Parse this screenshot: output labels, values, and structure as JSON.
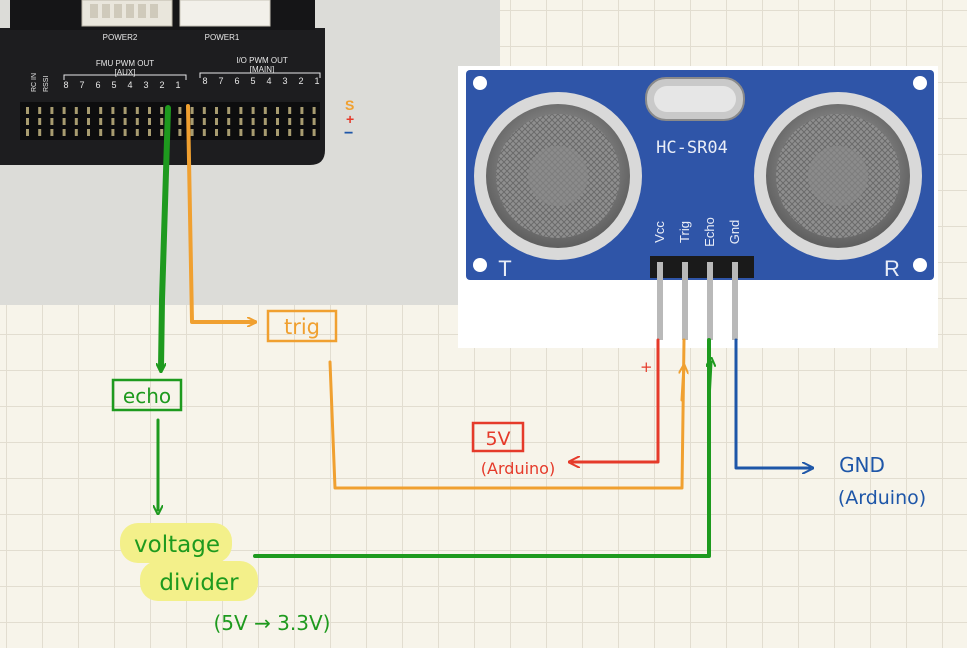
{
  "controller": {
    "power2": "POWER2",
    "power1": "POWER1",
    "fmu_title": "FMU PWM OUT",
    "fmu_sub": "[AUX]",
    "io_title": "I/O PWM OUT",
    "io_sub": "[MAIN]",
    "rssi": "RSSI",
    "rcin": "RC IN",
    "fmu_pins": [
      "8",
      "7",
      "6",
      "5",
      "4",
      "3",
      "2",
      "1"
    ],
    "io_pins": [
      "8",
      "7",
      "6",
      "5",
      "4",
      "3",
      "2",
      "1"
    ],
    "rail_s": "S",
    "rail_plus": "+",
    "rail_minus": "−"
  },
  "sensor": {
    "model": "HC-SR04",
    "pin_labels": [
      "Vcc",
      "Trig",
      "Echo",
      "Gnd"
    ],
    "t_label": "T",
    "r_label": "R"
  },
  "annotations": {
    "trig": "trig",
    "echo": "echo",
    "five_v": "5V",
    "five_v_sub": "(Arduino)",
    "plus": "+",
    "gnd": "GND",
    "gnd_sub": "(Arduino)",
    "divider_line1": "voltage",
    "divider_line2": "divider",
    "divider_note": "(5V → 3.3V)"
  },
  "colors": {
    "green": "#1e9a1e",
    "orange": "#f0a030",
    "red": "#e53a2a",
    "blue": "#1e56a8",
    "highlight": "#f3f08a",
    "board": "#2f55a8"
  }
}
